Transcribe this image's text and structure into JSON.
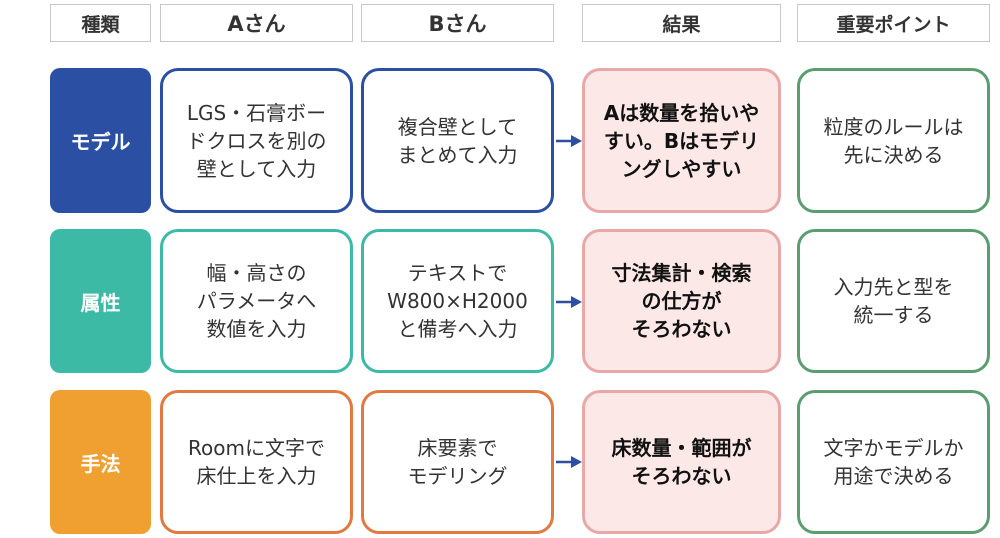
{
  "headers": {
    "type": "種類",
    "a": "Aさん",
    "b": "Bさん",
    "result": "結果",
    "key_point": "重要ポイント"
  },
  "rows": [
    {
      "category": "モデル",
      "color": "#2a4fa3",
      "a": "LGS・石膏ボー\nドクロスを別の\n壁として入力",
      "b": "複合壁として\nまとめて入力",
      "result": "Aは数量を拾いや\nすい。Bはモデリ\nングしやすい",
      "key_point": "粒度のルールは\n先に決める"
    },
    {
      "category": "属性",
      "color": "#3dbaa5",
      "a": "幅・高さの\nパラメータへ\n数値を入力",
      "b": "テキストで\nW800×H2000\nと備考へ入力",
      "result": "寸法集計・検索\nの仕方が\nそろわない",
      "key_point": "入力先と型を\n統一する"
    },
    {
      "category": "手法",
      "color": "#f0a030",
      "a": "Roomに文字で\n床仕上を入力",
      "b": "床要素で\nモデリング",
      "result": "床数量・範囲が\nそろわない",
      "key_point": "文字かモデルか\n用途で決める"
    }
  ],
  "colors": {
    "row1_border": "#2a4fa3",
    "row2_border": "#3dbaa5",
    "row3_border": "#e07a40",
    "result_fill": "#fde8e8",
    "result_border": "#e8a8a8",
    "key_border": "#5a9e6f",
    "arrow": "#2a4fa3"
  }
}
